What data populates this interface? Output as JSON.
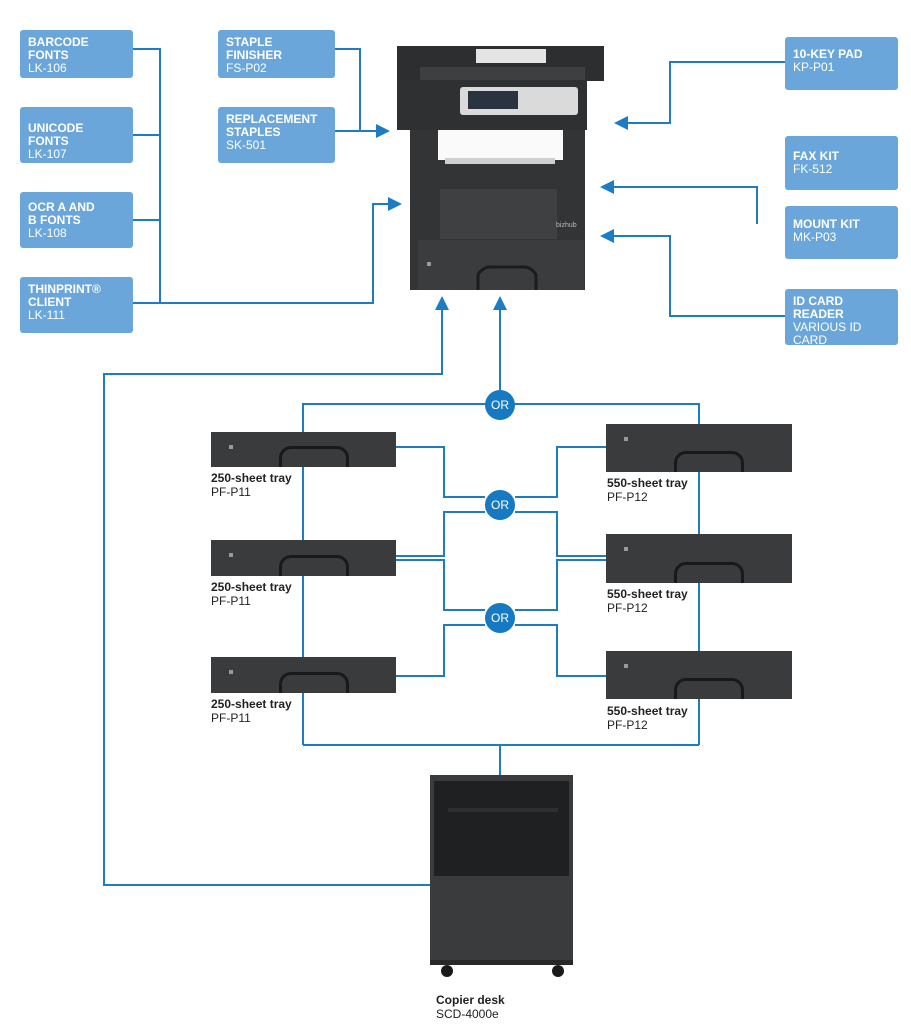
{
  "colors": {
    "box_fill": "#6aa6d9",
    "line": "#1d7cc4",
    "or_badge": "#1679c2",
    "device": "#3a3b3d"
  },
  "options_left": [
    {
      "title": "BARCODE FONTS",
      "code": "LK-106"
    },
    {
      "title": "UNICODE FONTS",
      "code": "LK-107"
    },
    {
      "title": "OCR A AND\nB FONTS",
      "code": "LK-108"
    },
    {
      "title": "THINPRINT®\nCLIENT",
      "code": "LK-111"
    }
  ],
  "options_center": [
    {
      "title": "STAPLE FINISHER",
      "code": "FS-P02"
    },
    {
      "title": "REPLACEMENT\nSTAPLES",
      "code": "SK-501"
    }
  ],
  "options_right": [
    {
      "title": "10-KEY PAD",
      "code": "KP-P01"
    },
    {
      "title": "FAX KIT",
      "code": "FK-512"
    },
    {
      "title": "MOUNT KIT",
      "code": "MK-P03"
    },
    {
      "title": "ID CARD READER",
      "code": "VARIOUS ID CARD\nTECHNOLOGIES"
    }
  ],
  "or_label": "OR",
  "trays_250": {
    "name": "250-sheet tray",
    "code": "PF-P11"
  },
  "trays_550": {
    "name": "550-sheet tray",
    "code": "PF-P12"
  },
  "desk": {
    "name": "Copier desk",
    "code": "SCD-4000e"
  },
  "printer_brand": "bizhub"
}
